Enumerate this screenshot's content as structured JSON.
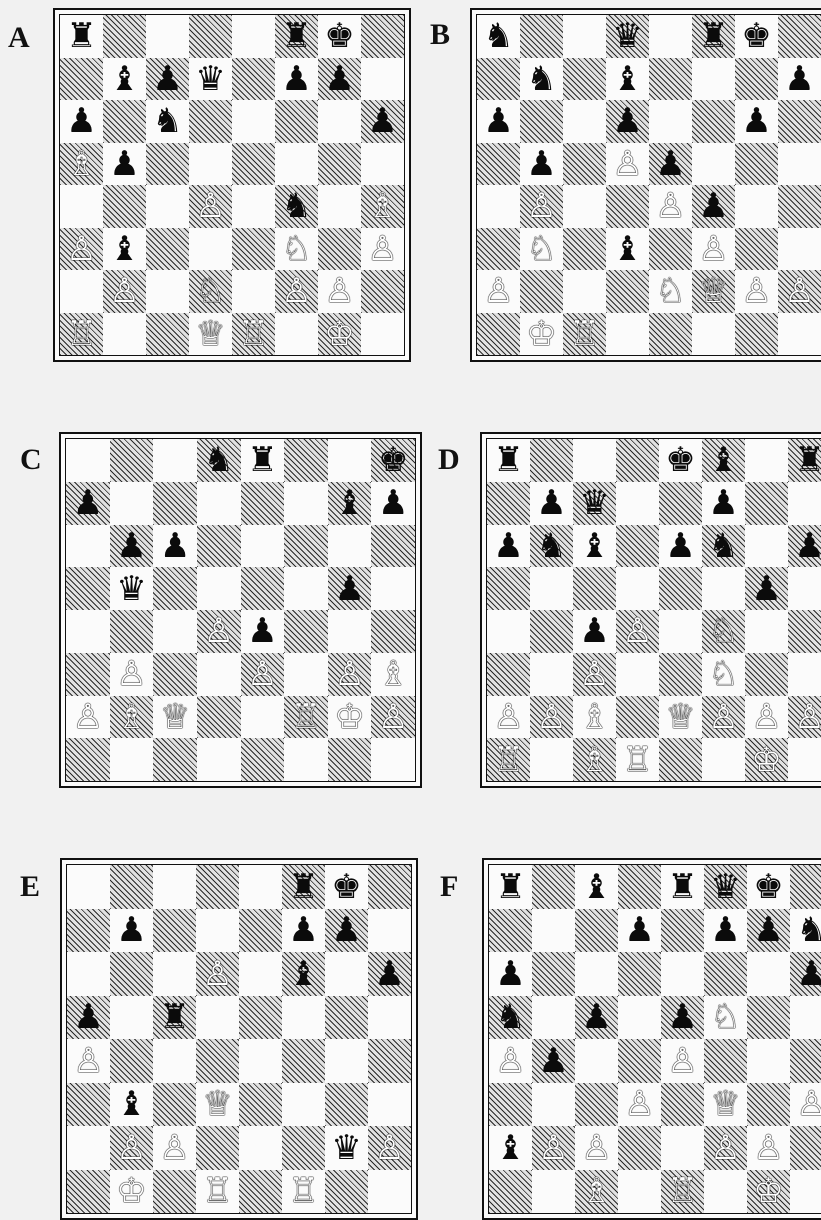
{
  "diagrams": [
    {
      "label": "A",
      "rows": [
        "r....rk.",
        ".bpq.pp.",
        "p.n....p",
        "Bp......",
        "...P.n.B",
        "Pb...N.P",
        ".P.N.PP.",
        "R..QR.K."
      ]
    },
    {
      "label": "B",
      "rows": [
        "n..q.rk.",
        ".n.b...p",
        "p..p..p.",
        ".p.Pp...",
        ".P..Pp..",
        ".N.b.P..",
        "P...NQPP",
        ".KR....."
      ]
    },
    {
      "label": "C",
      "rows": [
        "...nr..k",
        "p.....bp",
        ".pp.....",
        ".q....p.",
        "...Pp...",
        ".P..P.PB",
        "PBQ..RKP",
        "........"
      ]
    },
    {
      "label": "D",
      "rows": [
        "r...kb.r",
        ".pq..p..",
        "pnb.pn.p",
        "......p.",
        "..pP.N..",
        "..P..N..",
        "PPB.QPPP",
        "R.BR..K."
      ]
    },
    {
      "label": "E",
      "rows": [
        ".....rk.",
        ".p...pp.",
        "...P.b.p",
        "p.r.....",
        "P.......",
        ".b.Q....",
        ".PP...qP",
        ".K.R.R.."
      ]
    },
    {
      "label": "F",
      "rows": [
        "r.b.rqk.",
        "...p.ppn",
        "p......p",
        "n.p.pN..",
        "Pp..P...",
        "...P.Q.P",
        "bPP..PP.",
        "..B.R.K."
      ]
    }
  ],
  "glyphs": {
    "K": "♔",
    "Q": "♕",
    "R": "♖",
    "B": "♗",
    "N": "♘",
    "P": "♙",
    "k": "♚",
    "q": "♛",
    "r": "♜",
    "b": "♝",
    "n": "♞",
    "p": "♟"
  }
}
